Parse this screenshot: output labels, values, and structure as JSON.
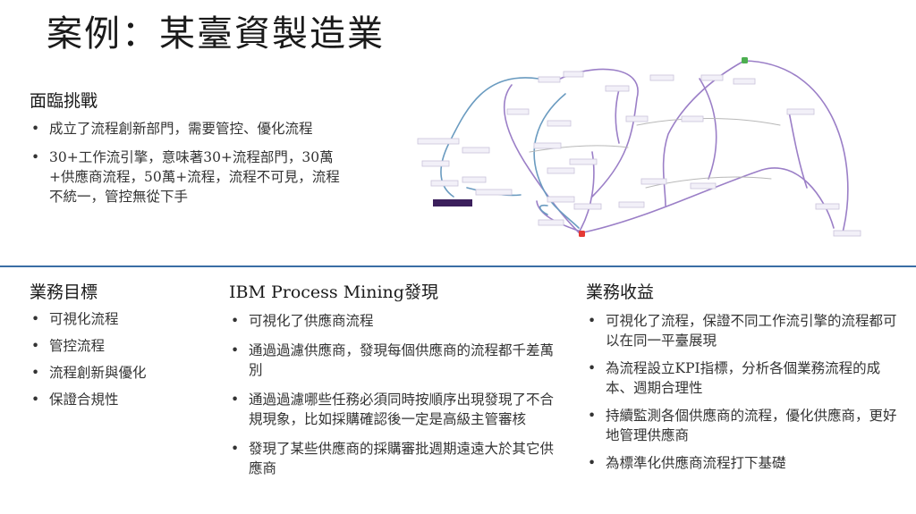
{
  "title": "案例：某臺資製造業",
  "challenges": {
    "heading": "面臨挑戰",
    "items": [
      "成立了流程創新部門，需要管控、優化流程",
      "30+工作流引擎，意味著30+流程部門，30萬+供應商流程，50萬+流程，流程不可見，流程不統一，管控無從下手"
    ]
  },
  "goals": {
    "heading": "業務目標",
    "items": [
      "可視化流程",
      "管控流程",
      "流程創新與優化",
      "保證合規性"
    ]
  },
  "findings": {
    "heading": "IBM Process Mining發現",
    "items": [
      "可視化了供應商流程",
      "通過過濾供應商，發現每個供應商的流程都千差萬別",
      "通過過濾哪些任務必須同時按順序出現發現了不合規現象，比如採購確認後一定是高級主管審核",
      "發現了某些供應商的採購審批週期遠遠大於其它供應商"
    ]
  },
  "benefits": {
    "heading": "業務收益",
    "items": [
      "可視化了流程，保證不同工作流引擎的流程都可以在同一平臺展現",
      "為流程設立KPI指標，分析各個業務流程的成本、週期合理性",
      "持續監測各個供應商的流程，優化供應商，更好地管理供應商",
      "為標準化供應商流程打下基礎"
    ]
  },
  "colors": {
    "divider": "#3a6ea5",
    "flow_purple": "#9b7fc7",
    "flow_blue": "#6a9bc0",
    "flow_gray": "#b8b8b8",
    "start_node": "#4caf50",
    "end_node": "#e53935",
    "dark_node": "#3b1f5c"
  }
}
